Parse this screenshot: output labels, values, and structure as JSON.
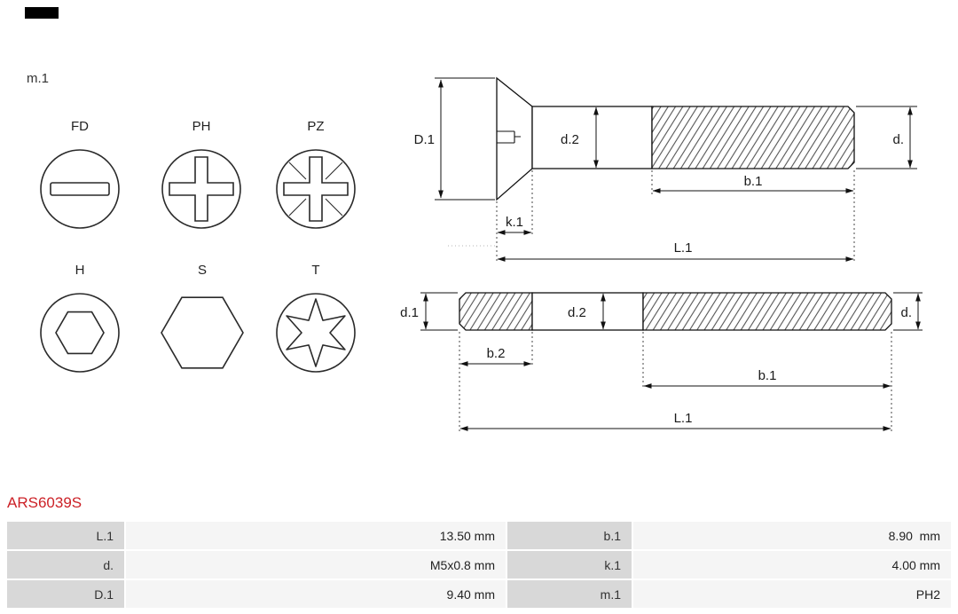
{
  "page": {
    "m1_label": "m.1",
    "part_number": "ARS6039S"
  },
  "colors": {
    "part_number_red": "#cc2127",
    "table_label_cell_bg": "#d8d8d8",
    "table_value_cell_bg": "#f5f5f5",
    "drawing_line": "#111111"
  },
  "drive_types": [
    {
      "code": "FD"
    },
    {
      "code": "PH"
    },
    {
      "code": "PZ"
    },
    {
      "code": "H"
    },
    {
      "code": "S"
    },
    {
      "code": "T"
    }
  ],
  "diagrams": {
    "screw1": {
      "D1": "D.1",
      "d2": "d.2",
      "d": "d.",
      "b1": "b.1",
      "k1": "k.1",
      "L1": "L.1"
    },
    "screw2": {
      "d1": "d.1",
      "d2": "d.2",
      "d": "d.",
      "b2": "b.2",
      "b1": "b.1",
      "L1": "L.1"
    }
  },
  "spec_table": {
    "rows": [
      {
        "label1": "L.1",
        "value1": "13.50 mm",
        "label2": "b.1",
        "value2": "8.90  mm"
      },
      {
        "label1": "d.",
        "value1": "M5x0.8 mm",
        "label2": "k.1",
        "value2": "4.00 mm"
      },
      {
        "label1": "D.1",
        "value1": "9.40 mm",
        "label2": "m.1",
        "value2": "PH2"
      }
    ]
  }
}
